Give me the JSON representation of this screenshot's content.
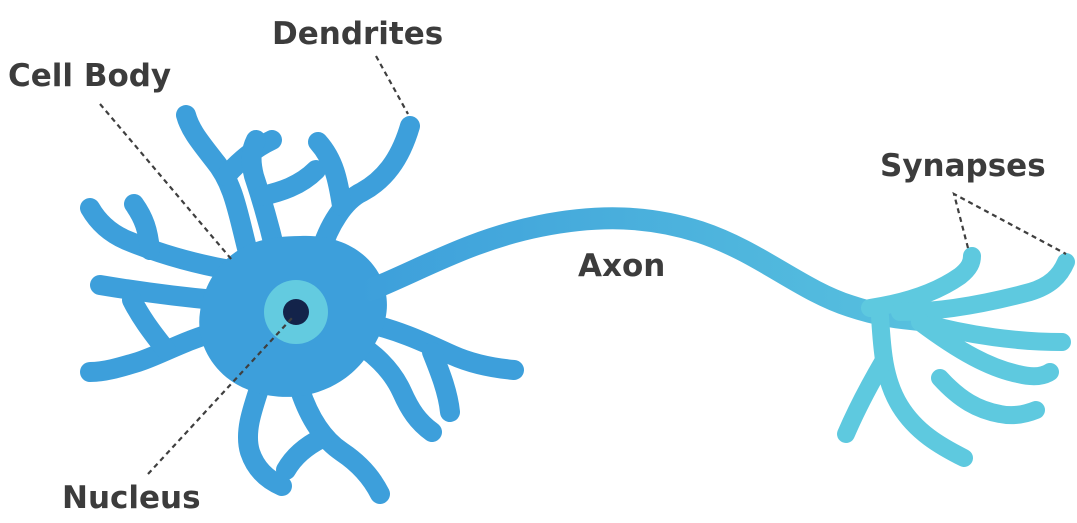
{
  "labels": {
    "dendrites": "Dendrites",
    "cell_body": "Cell Body",
    "synapses": "Synapses",
    "axon": "Axon",
    "nucleus": "Nucleus"
  },
  "colors": {
    "body": "#3d9fdb",
    "dendrite": "#3d9fdb",
    "axon_start": "#3d9fdb",
    "axon_end": "#5ec9df",
    "nucleus_ring": "#63cbe0",
    "nucleus_core": "#13234a",
    "label_text": "#3c3c3c",
    "leader_line": "#3f3f3f"
  }
}
